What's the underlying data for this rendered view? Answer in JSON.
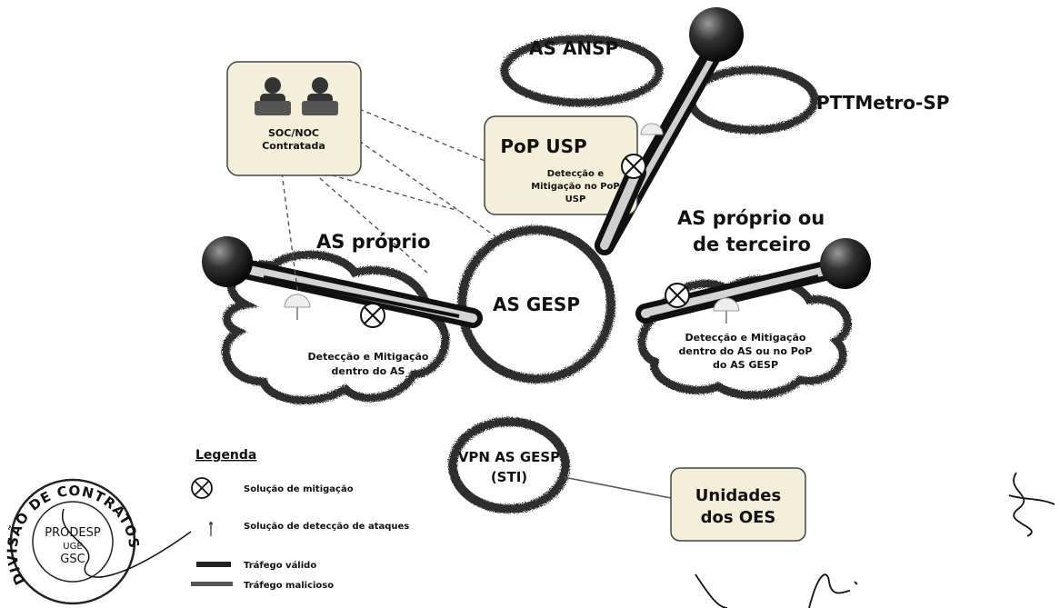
{
  "labels": {
    "as_ansp": "AS ANSP",
    "ptt_metro": "PTTMetro-SP",
    "soc_noc": "SOC/NOC",
    "soc_contratada": "Contratada",
    "pop_usp": "PoP USP",
    "pop_usp_desc_1": "Detecção e",
    "pop_usp_desc_2": "Mitigação no PoP",
    "pop_usp_desc_3": "USP",
    "as_proprio": "AS próprio",
    "as_proprio_terceiro_1": "AS próprio ou",
    "as_proprio_terceiro_2": "de terceiro",
    "as_gesp": "AS GESP",
    "left_desc_1": "Detecção e Mitigação",
    "left_desc_2": "dentro do AS",
    "right_desc_1": "Detecção e Mitigação",
    "right_desc_2": "dentro do AS ou no PoP",
    "right_desc_3": "do AS GESP",
    "vpn_1": "VPN AS GESP",
    "vpn_2": "(STI)",
    "unidades_1": "Unidades",
    "unidades_2": "dos OES"
  },
  "legend": {
    "title": "Legenda",
    "items": [
      {
        "icon": "mitigation-icon",
        "label": "Solução de mitigação"
      },
      {
        "icon": "detection-icon",
        "label": "Solução de detecção de ataques"
      },
      {
        "icon": "valid-traffic-icon",
        "label": "Tráfego válido"
      },
      {
        "icon": "malicious-traffic-icon",
        "label": "Tráfego malicioso"
      }
    ]
  },
  "stamp": {
    "ring_text": "DIVISÃO DE CONTRATOS",
    "line_1": "PRODESP",
    "line_2": "UGE",
    "line_3": "GSC"
  },
  "colors": {
    "cloud_ring": "#3a3a3a",
    "globe": "#2b2b2b",
    "box_fill": "#f4efd9",
    "box_stroke": "#444444"
  }
}
